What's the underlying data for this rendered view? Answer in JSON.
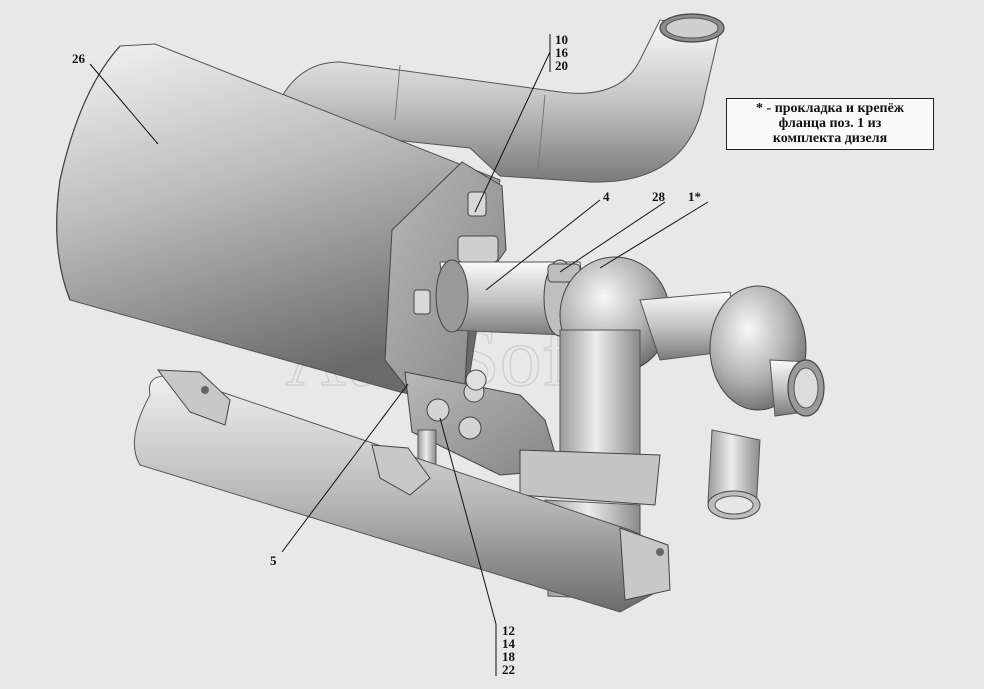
{
  "callouts": {
    "c26": "26",
    "c10": "10",
    "c16": "16",
    "c20": "20",
    "c4": "4",
    "c28": "28",
    "c1": "1*",
    "c5": "5",
    "c12": "12",
    "c14": "14",
    "c18": "18",
    "c22": "22"
  },
  "note": {
    "line1": "* - прокладка и крепёж",
    "line2": "фланца поз. 1 из",
    "line3": "комплекта дизеля"
  },
  "watermark": "AutoSoft",
  "colors": {
    "background": "#e8e8e8",
    "metal_light": "#f2f2f2",
    "metal_dark": "#6e6e6e"
  }
}
